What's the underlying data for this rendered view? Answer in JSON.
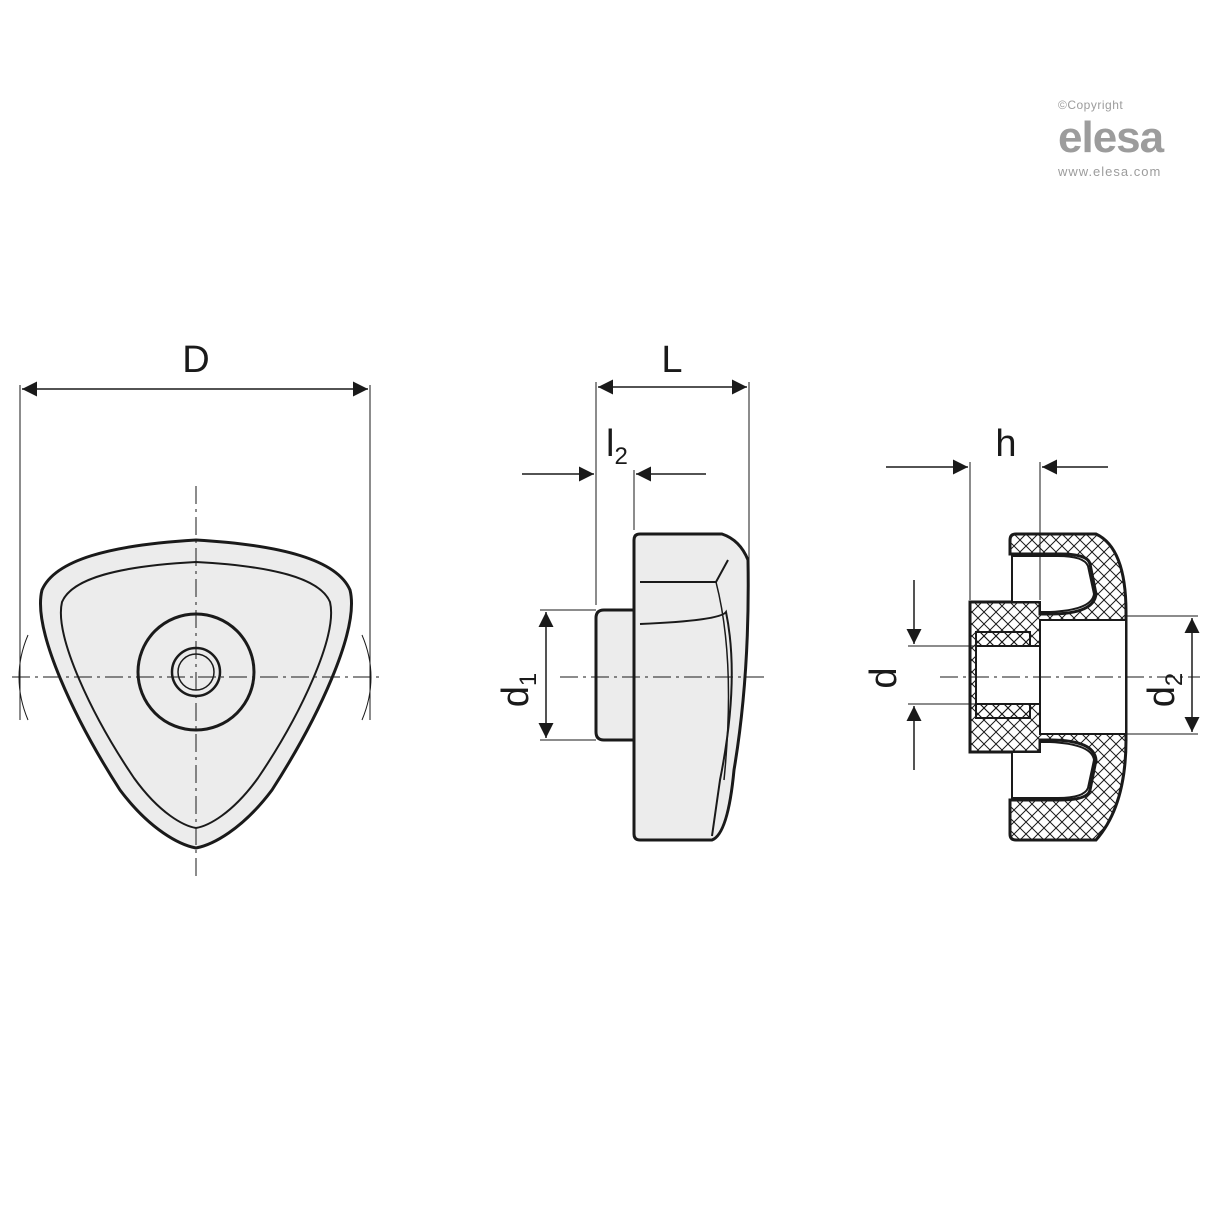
{
  "watermark": {
    "copyright": "©Copyright",
    "logo": "elesa",
    "url": "www.elesa.com"
  },
  "labels": {
    "D": "D",
    "L": "L",
    "l2_base": "l",
    "l2_sub": "2",
    "d1_base": "d",
    "d1_sub": "1",
    "h": "h",
    "d": "d",
    "d2_base": "d",
    "d2_sub": "2"
  },
  "colors": {
    "line": "#1a1a1a",
    "body_fill": "#ececec",
    "hatch": "#1a1a1a",
    "watermark": "#9c9c9c"
  }
}
